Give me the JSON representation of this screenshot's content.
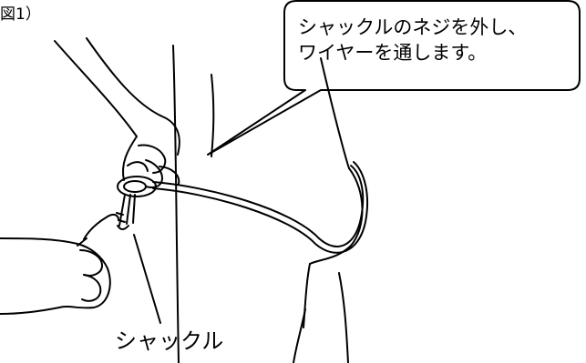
{
  "figure": {
    "label": "図1）"
  },
  "callout": {
    "line1": "シャックルのネジを外し、",
    "line2": "ワイヤーを通します。"
  },
  "labels": {
    "shackle": "シャックル"
  },
  "icons": {
    "hand_top": "hand-icon",
    "hand_bottom": "hand-icon",
    "shackle": "shackle-icon",
    "wire": "wire-icon",
    "leg": "leg-icon"
  },
  "colors": {
    "line": "#000000",
    "background": "#ffffff"
  }
}
